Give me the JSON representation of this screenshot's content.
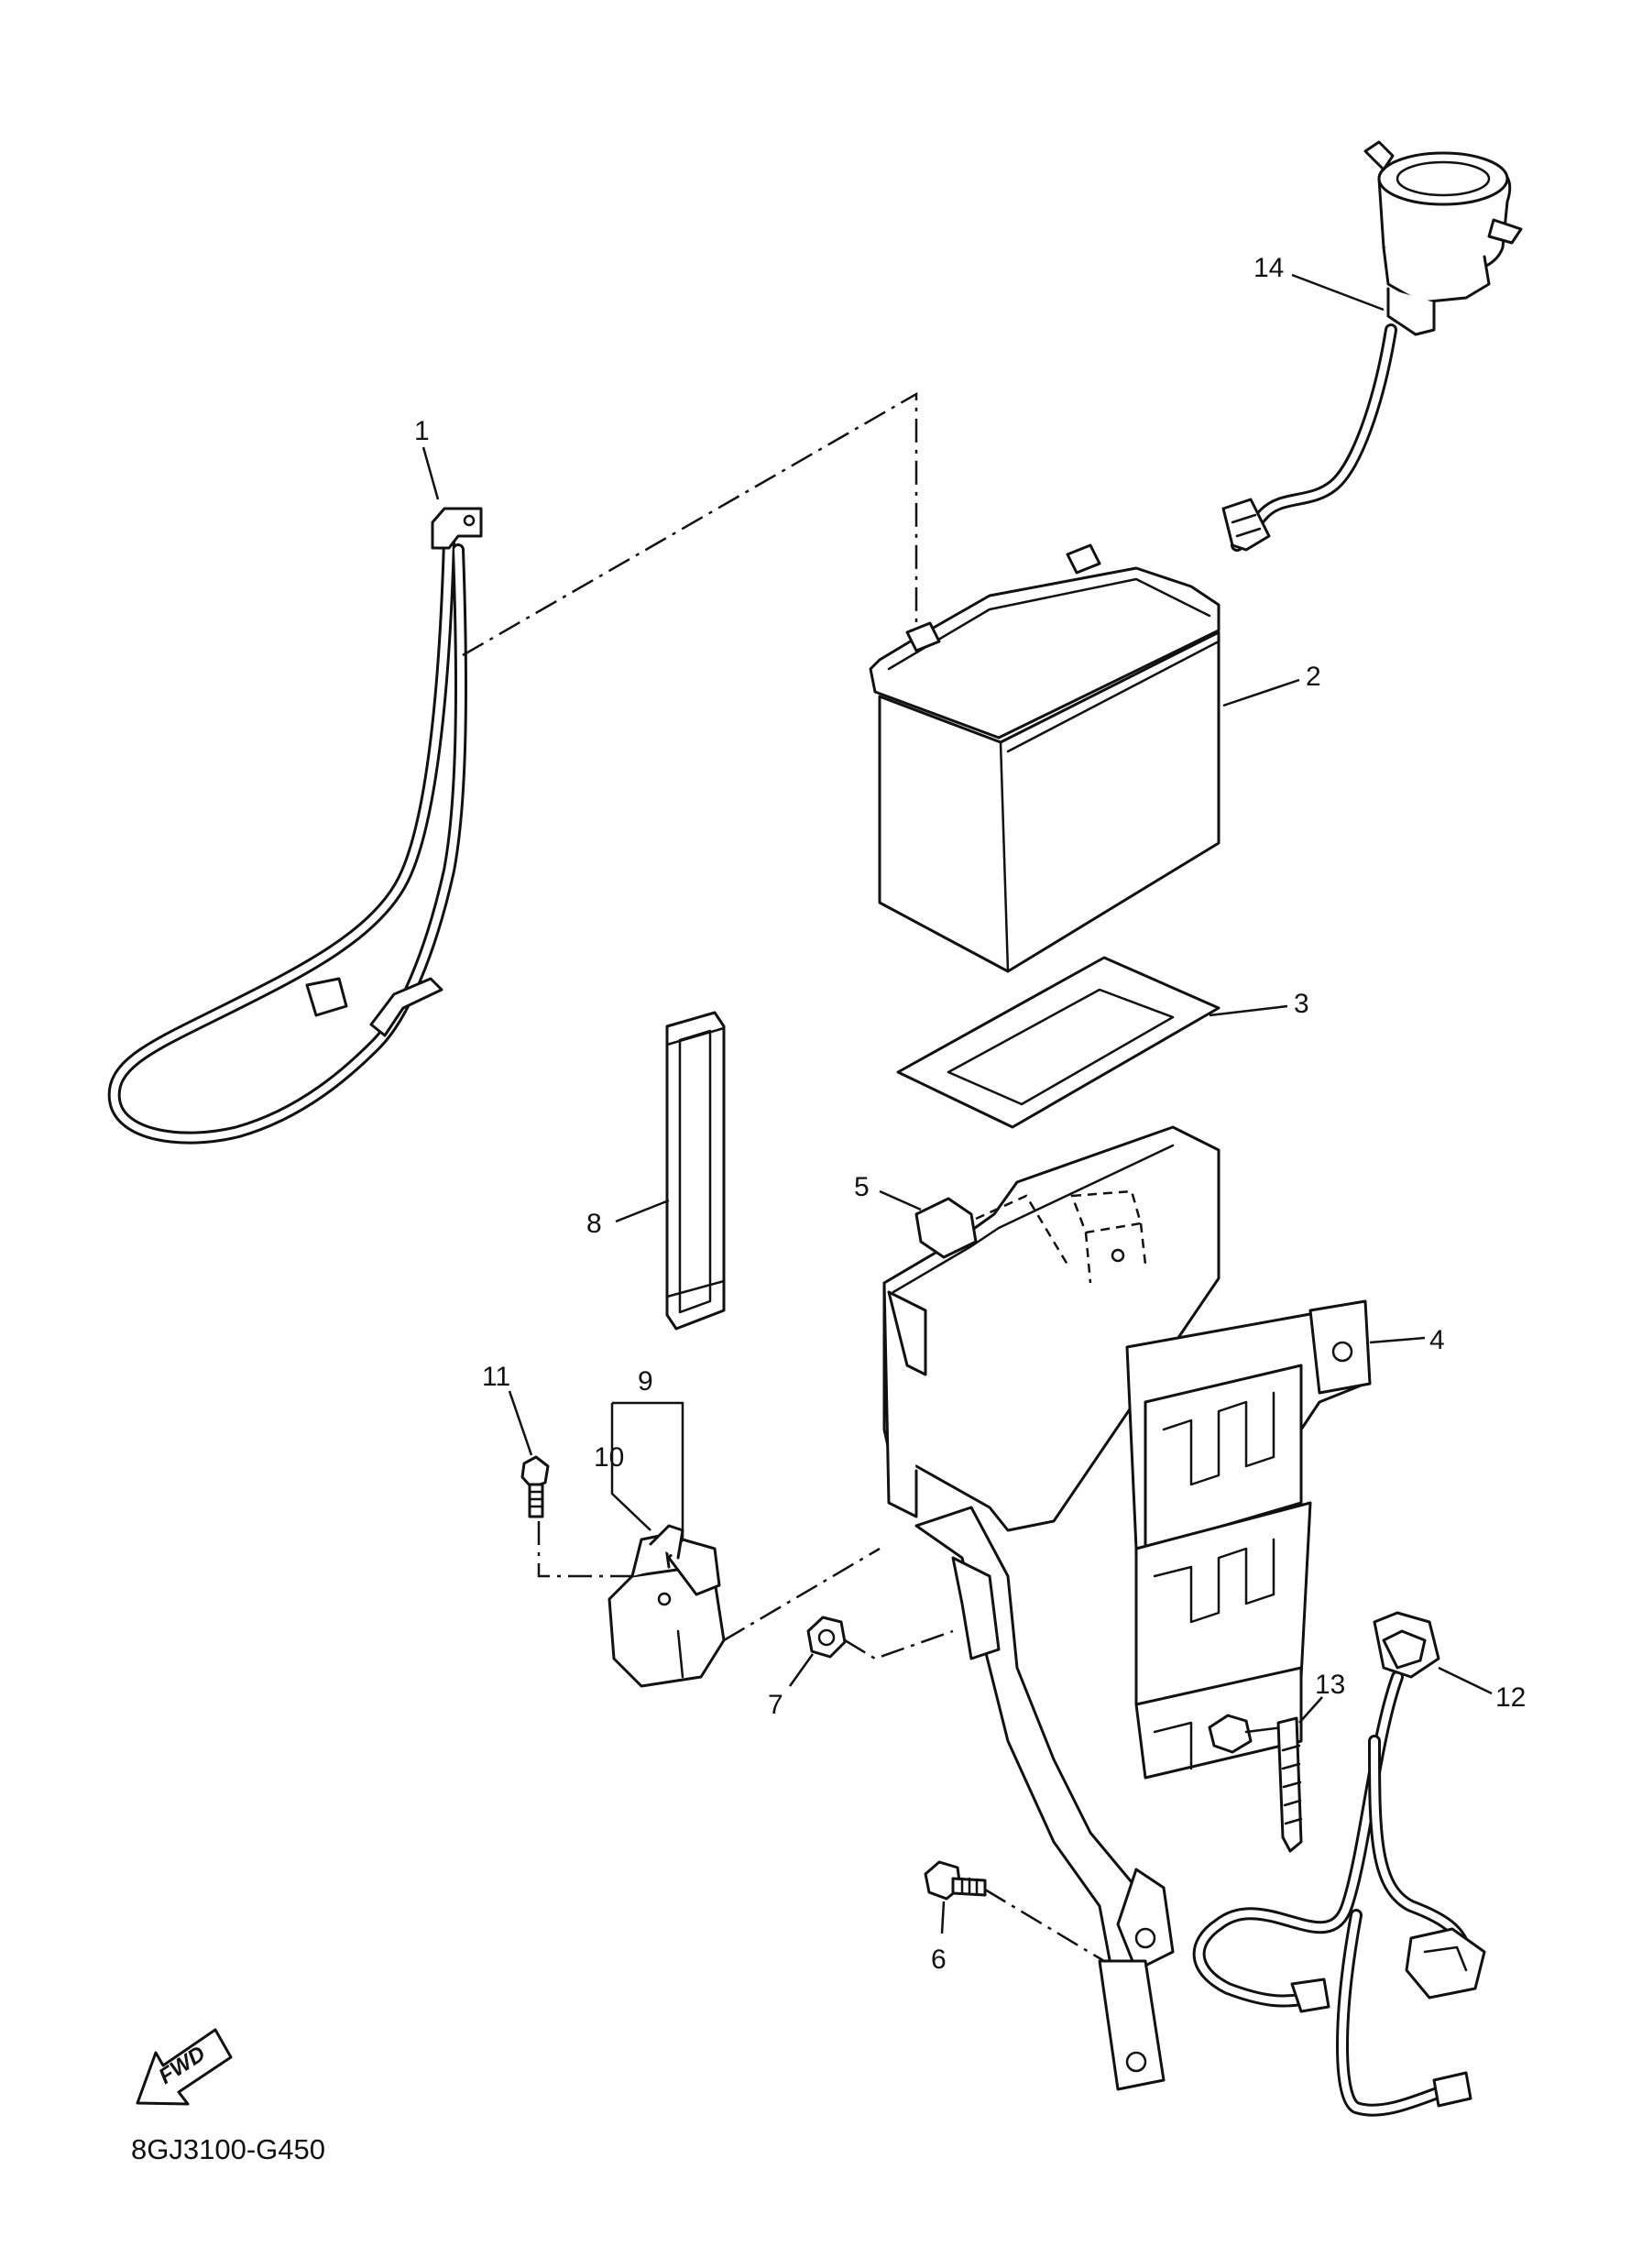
{
  "diagram": {
    "callouts": [
      "1",
      "2",
      "3",
      "4",
      "5",
      "6",
      "7",
      "8",
      "9",
      "10",
      "11",
      "12",
      "13",
      "14"
    ],
    "direction_label": "FWD",
    "diagram_code": "8GJ3100-G450"
  }
}
